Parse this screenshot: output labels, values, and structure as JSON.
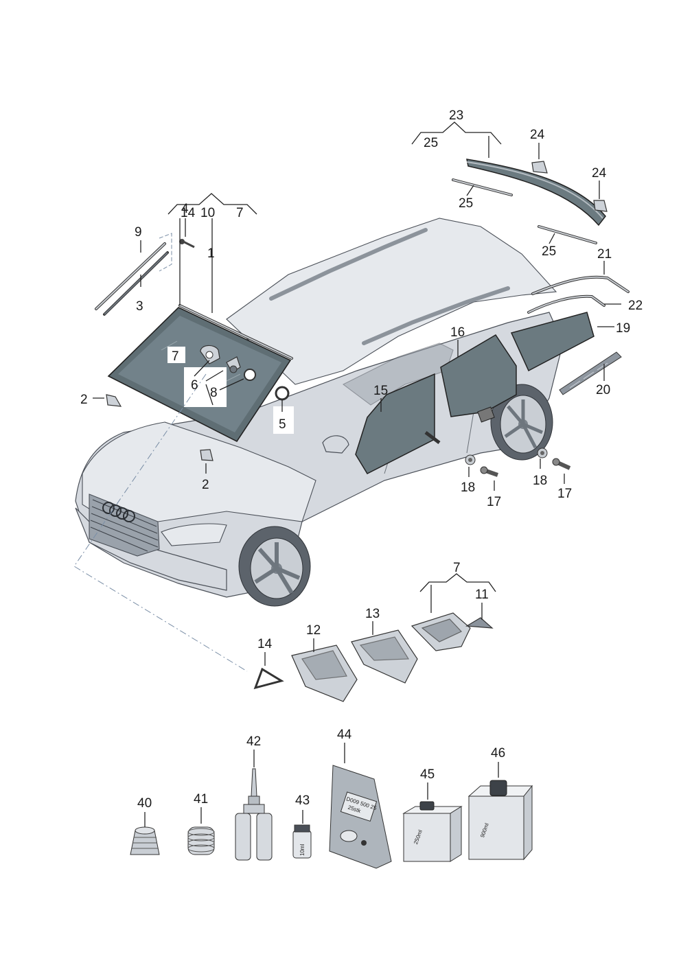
{
  "callouts": {
    "c1": "1",
    "c14a": "14",
    "c10": "10",
    "c7a": "7",
    "c9": "9",
    "c4": "4",
    "c3": "3",
    "c2a": "2",
    "c2b": "2",
    "c7b": "7",
    "c6": "6",
    "c8": "8",
    "c5": "5",
    "c23": "23",
    "c25a": "25",
    "c24a": "24",
    "c24b": "24",
    "c25b": "25",
    "c25c": "25",
    "c21": "21",
    "c22": "22",
    "c19": "19",
    "c16": "16",
    "c15": "15",
    "c20": "20",
    "c18a": "18",
    "c17a": "17",
    "c18b": "18",
    "c17b": "17",
    "c7c": "7",
    "c11": "11",
    "c12": "12",
    "c13": "13",
    "c14b": "14",
    "c40": "40",
    "c41": "41",
    "c42": "42",
    "c43": "43",
    "c44": "44",
    "c45": "45",
    "c46": "46"
  },
  "product_labels": {
    "bag_line1": "D009 500 25",
    "bag_line2": "25stk",
    "tube_43": "10ml",
    "bottle_45": "250ml",
    "bottle_46": "900ml"
  },
  "icons": [
    "audi-rings-logo"
  ],
  "colors": {
    "glass": "#5f6e74",
    "body": "#d5d9df",
    "leader_dash": "#7a8ea6",
    "text": "#1a1a1a"
  }
}
